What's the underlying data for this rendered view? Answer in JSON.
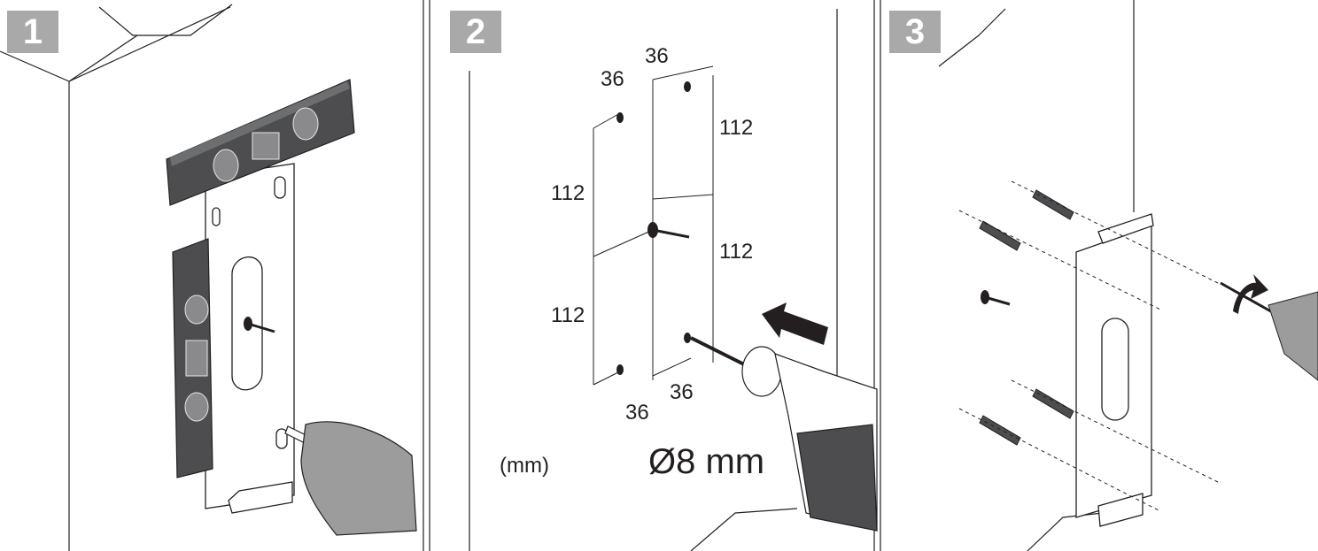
{
  "panels": [
    {
      "number": "1"
    },
    {
      "number": "2"
    },
    {
      "number": "3"
    }
  ],
  "dimensions": {
    "top_left_offset": "36",
    "top_spacing": "36",
    "bottom_spacing": "36",
    "bottom_left_offset": "36",
    "left_upper": "112",
    "left_lower": "112",
    "right_upper": "112",
    "right_lower": "112"
  },
  "unit_label": "(mm)",
  "drill_label": "Ø8 mm",
  "colors": {
    "badge": "#a9a9a9",
    "line": "#231f20",
    "level_body": "#4d4d4f",
    "glove": "#9c9c9c"
  }
}
